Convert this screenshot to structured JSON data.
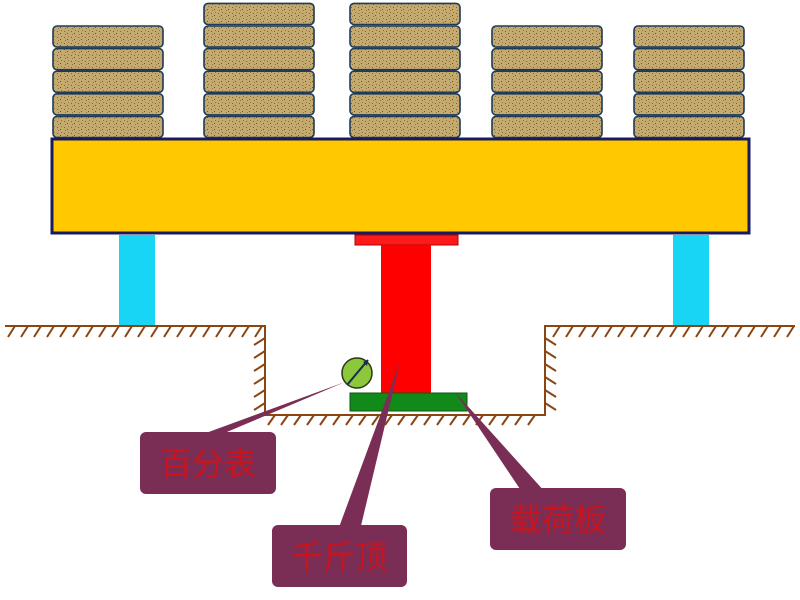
{
  "labels": {
    "dial_gauge": "百分表",
    "jack": "千斤顶",
    "load_plate": "载荷板"
  },
  "colors": {
    "sandbag_fill": "#c5aa70",
    "sandbag_speckle": "#7a6234",
    "beam_fill": "#ffc800",
    "beam_border": "#1a1a60",
    "support": "#19d5f5",
    "jack": "#ff0000",
    "load_plate": "#118a1a",
    "gauge": "#8dc83c",
    "ground": "#8b4513",
    "callout_fill": "#7a2d55",
    "callout_text": "#c8141e"
  },
  "stack_count": 5,
  "bags_per_stack": [
    5,
    6,
    6,
    5,
    5
  ]
}
